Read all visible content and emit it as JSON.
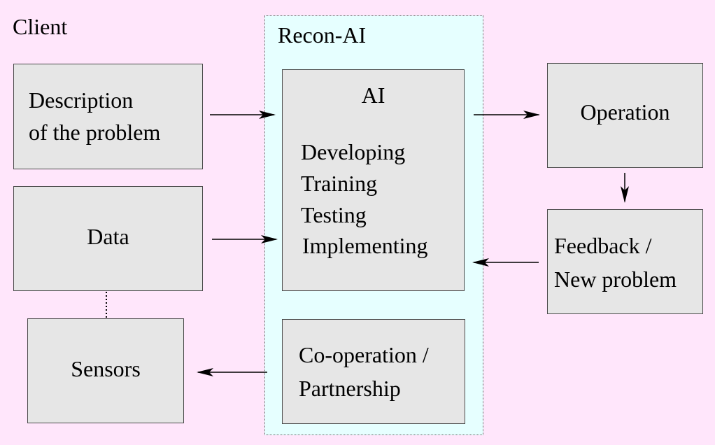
{
  "client_label": "Client",
  "recon_label": "Recon-AI",
  "boxes": {
    "description": [
      "Description",
      "of the problem"
    ],
    "data": "Data",
    "sensors": "Sensors",
    "ai_title": "AI",
    "ai_steps": [
      "Developing",
      "Training",
      "Testing",
      "Implementing"
    ],
    "cooperation": [
      "Co-operation /",
      "Partnership"
    ],
    "operation": "Operation",
    "feedback": [
      "Feedback /",
      "New problem"
    ]
  }
}
